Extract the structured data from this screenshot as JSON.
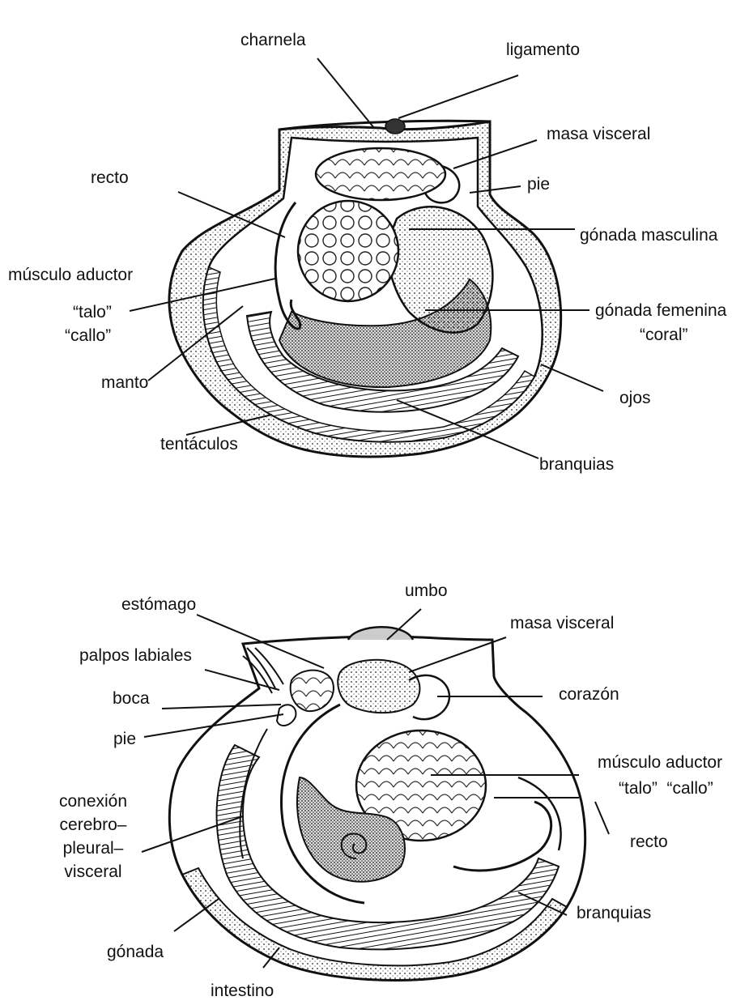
{
  "figure_top": {
    "labels": {
      "charnela": "charnela",
      "ligamento": "ligamento",
      "masa_visceral": "masa visceral",
      "recto": "recto",
      "pie": "pie",
      "gonada_masculina": "gónada masculina",
      "musculo_aductor": "músculo aductor",
      "talo": "“talo”",
      "callo": "“callo”",
      "gonada_femenina": "gónada femenina",
      "coral": "“coral”",
      "manto": "manto",
      "ojos": "ojos",
      "tentaculos": "tentáculos",
      "branquias": "branquias"
    }
  },
  "figure_bottom": {
    "labels": {
      "umbo": "umbo",
      "estomago": "estómago",
      "masa_visceral": "masa visceral",
      "palpos_labiales": "palpos labiales",
      "boca": "boca",
      "corazon": "corazón",
      "pie": "pie",
      "musculo_aductor": "músculo aductor",
      "talo_callo": "“talo”  “callo”",
      "conexion_1": "conexión",
      "conexion_2": "cerebro–",
      "conexion_3": "pleural–",
      "conexion_4": "visceral",
      "recto": "recto",
      "branquias": "branquias",
      "gonada": "gónada",
      "intestino": "intestino"
    }
  }
}
